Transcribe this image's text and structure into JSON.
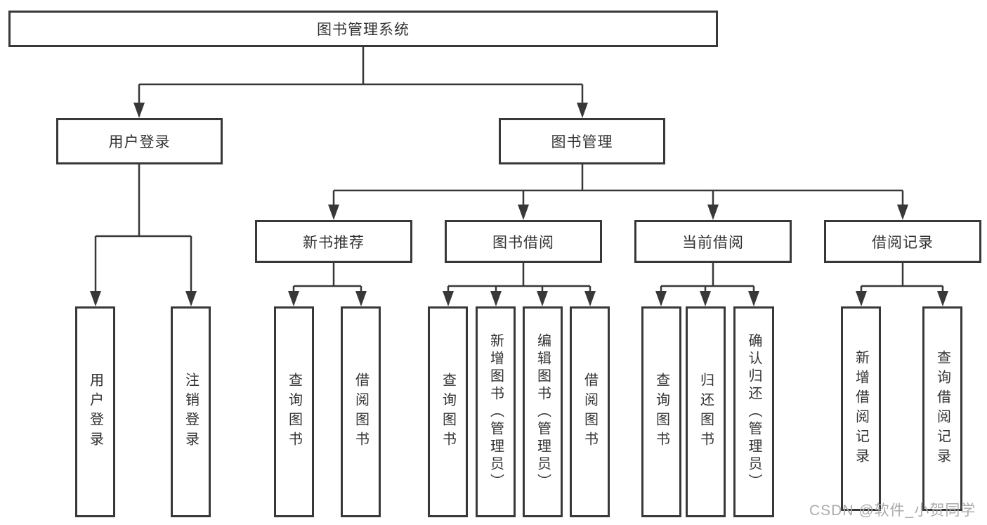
{
  "diagram": {
    "title": "图书管理系统",
    "level2": {
      "user_login": "用户登录",
      "book_mgmt": "图书管理"
    },
    "level3": {
      "new_books": "新书推荐",
      "borrowing": "图书借阅",
      "current": "当前借阅",
      "records": "借阅记录"
    },
    "leaves": {
      "login": "用户登录",
      "logout": "注销登录",
      "nb_query": "查询图书",
      "nb_borrow": "借阅图书",
      "bb_query": "查询图书",
      "bb_add": "新增图书（管理员）",
      "bb_edit": "编辑图书（管理员）",
      "bb_borrow": "借阅图书",
      "cb_query": "查询图书",
      "cb_return": "归还图书",
      "cb_confirm": "确认归还（管理员）",
      "rec_add": "新增借阅记录",
      "rec_query": "查询借阅记录"
    }
  },
  "watermark": "CSDN @软件_小贺同学",
  "colors": {
    "line": "#383838",
    "text": "#333333",
    "watermark": "#ababab",
    "background": "#ffffff"
  }
}
